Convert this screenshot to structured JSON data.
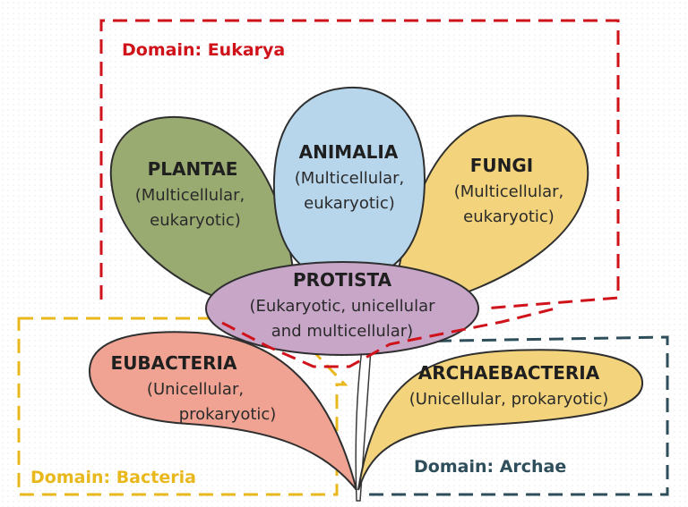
{
  "domains": {
    "eukarya": {
      "label": "Domain:  Eukarya",
      "color": "#d0121b"
    },
    "bacteria": {
      "label": "Domain:  Bacteria",
      "color": "#e9b81c"
    },
    "archae": {
      "label": "Domain:  Archae",
      "color": "#2d4e5a"
    }
  },
  "kingdoms": {
    "plantae": {
      "name": "PLANTAE",
      "line1": "(Multicellular,",
      "line2": "eukaryotic)",
      "fill": "#9aab72"
    },
    "animalia": {
      "name": "ANIMALIA",
      "line1": "(Multicellular,",
      "line2": "eukaryotic)",
      "fill": "#b7d6ec"
    },
    "fungi": {
      "name": "FUNGI",
      "line1": "(Multicellular,",
      "line2": "eukaryotic)",
      "fill": "#f3d47c"
    },
    "protista": {
      "name": "PROTISTA",
      "line1": "(Eukaryotic, unicellular",
      "line2": "and multicellular)",
      "fill": "#c8a6c8"
    },
    "eubacteria": {
      "name": "EUBACTERIA",
      "line1": "(Unicellular,",
      "line2": "prokaryotic)",
      "fill": "#f0a392"
    },
    "archaebacteria": {
      "name": "ARCHAEBACTERIA",
      "line1": "(Unicellular, prokaryotic)",
      "fill": "#f3d47c"
    }
  }
}
